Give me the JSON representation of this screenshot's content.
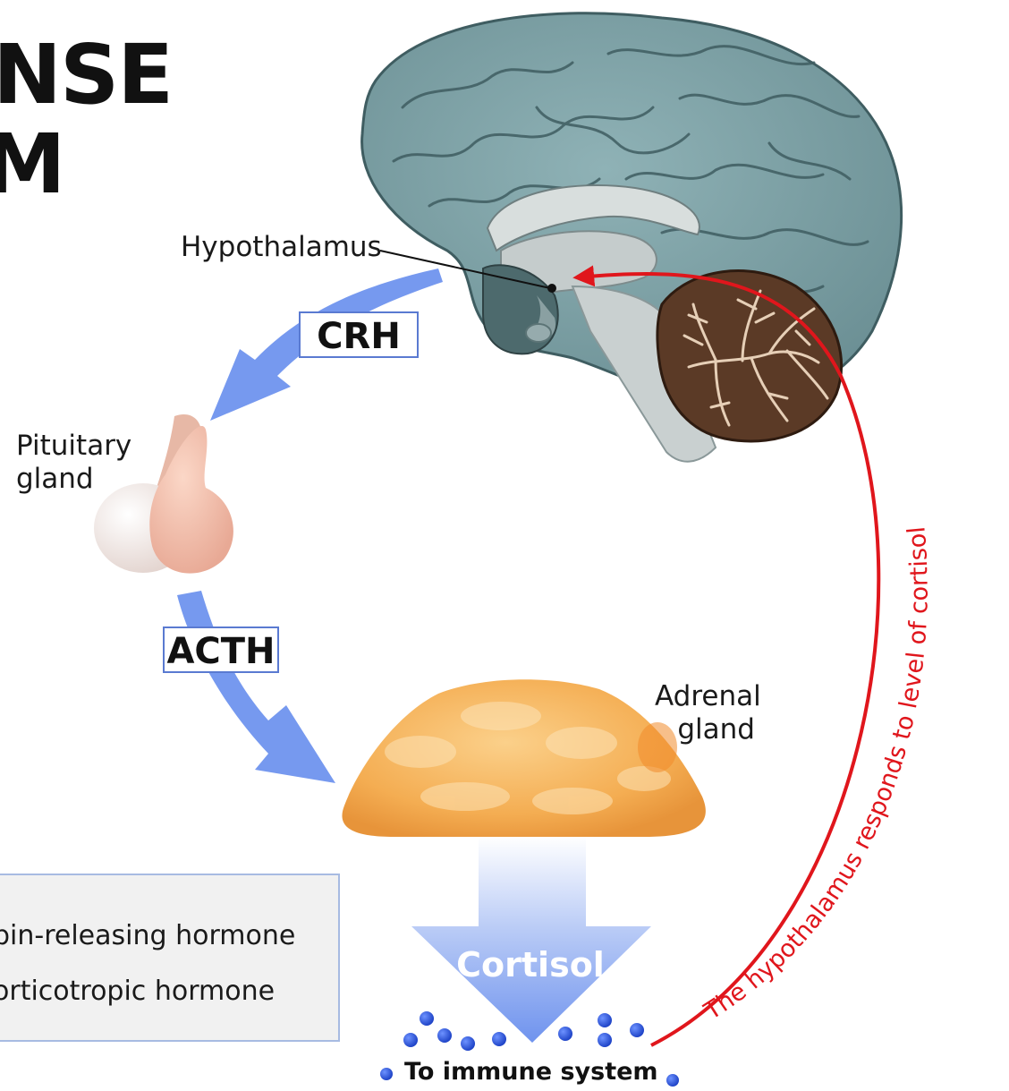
{
  "title": {
    "line1": "NSE",
    "line2": "M"
  },
  "hormones": {
    "crh": "CRH",
    "acth": "ACTH",
    "cortisol": "Cortisol"
  },
  "organs": {
    "hypothalamus": "Hypothalamus",
    "pituitary_line1": "Pituitary",
    "pituitary_line2": "gland",
    "adrenal_line1": "Adrenal",
    "adrenal_line2": "gland"
  },
  "legend": {
    "line1": "pin-releasing hormone",
    "line2": "orticotropic hormone"
  },
  "feedback_text": "The hypothalamus responds to level of cortisol",
  "destination": "To immune system",
  "colors": {
    "flow_arrow": "#6f93ee",
    "feedback_arrow": "#e0161c",
    "brain": "#7fa2a6",
    "cerebellum": "#5b3a26",
    "adrenal": "#f5b25a",
    "pituitary": "#f0c0ad",
    "molecule": "#1f4fd6"
  }
}
